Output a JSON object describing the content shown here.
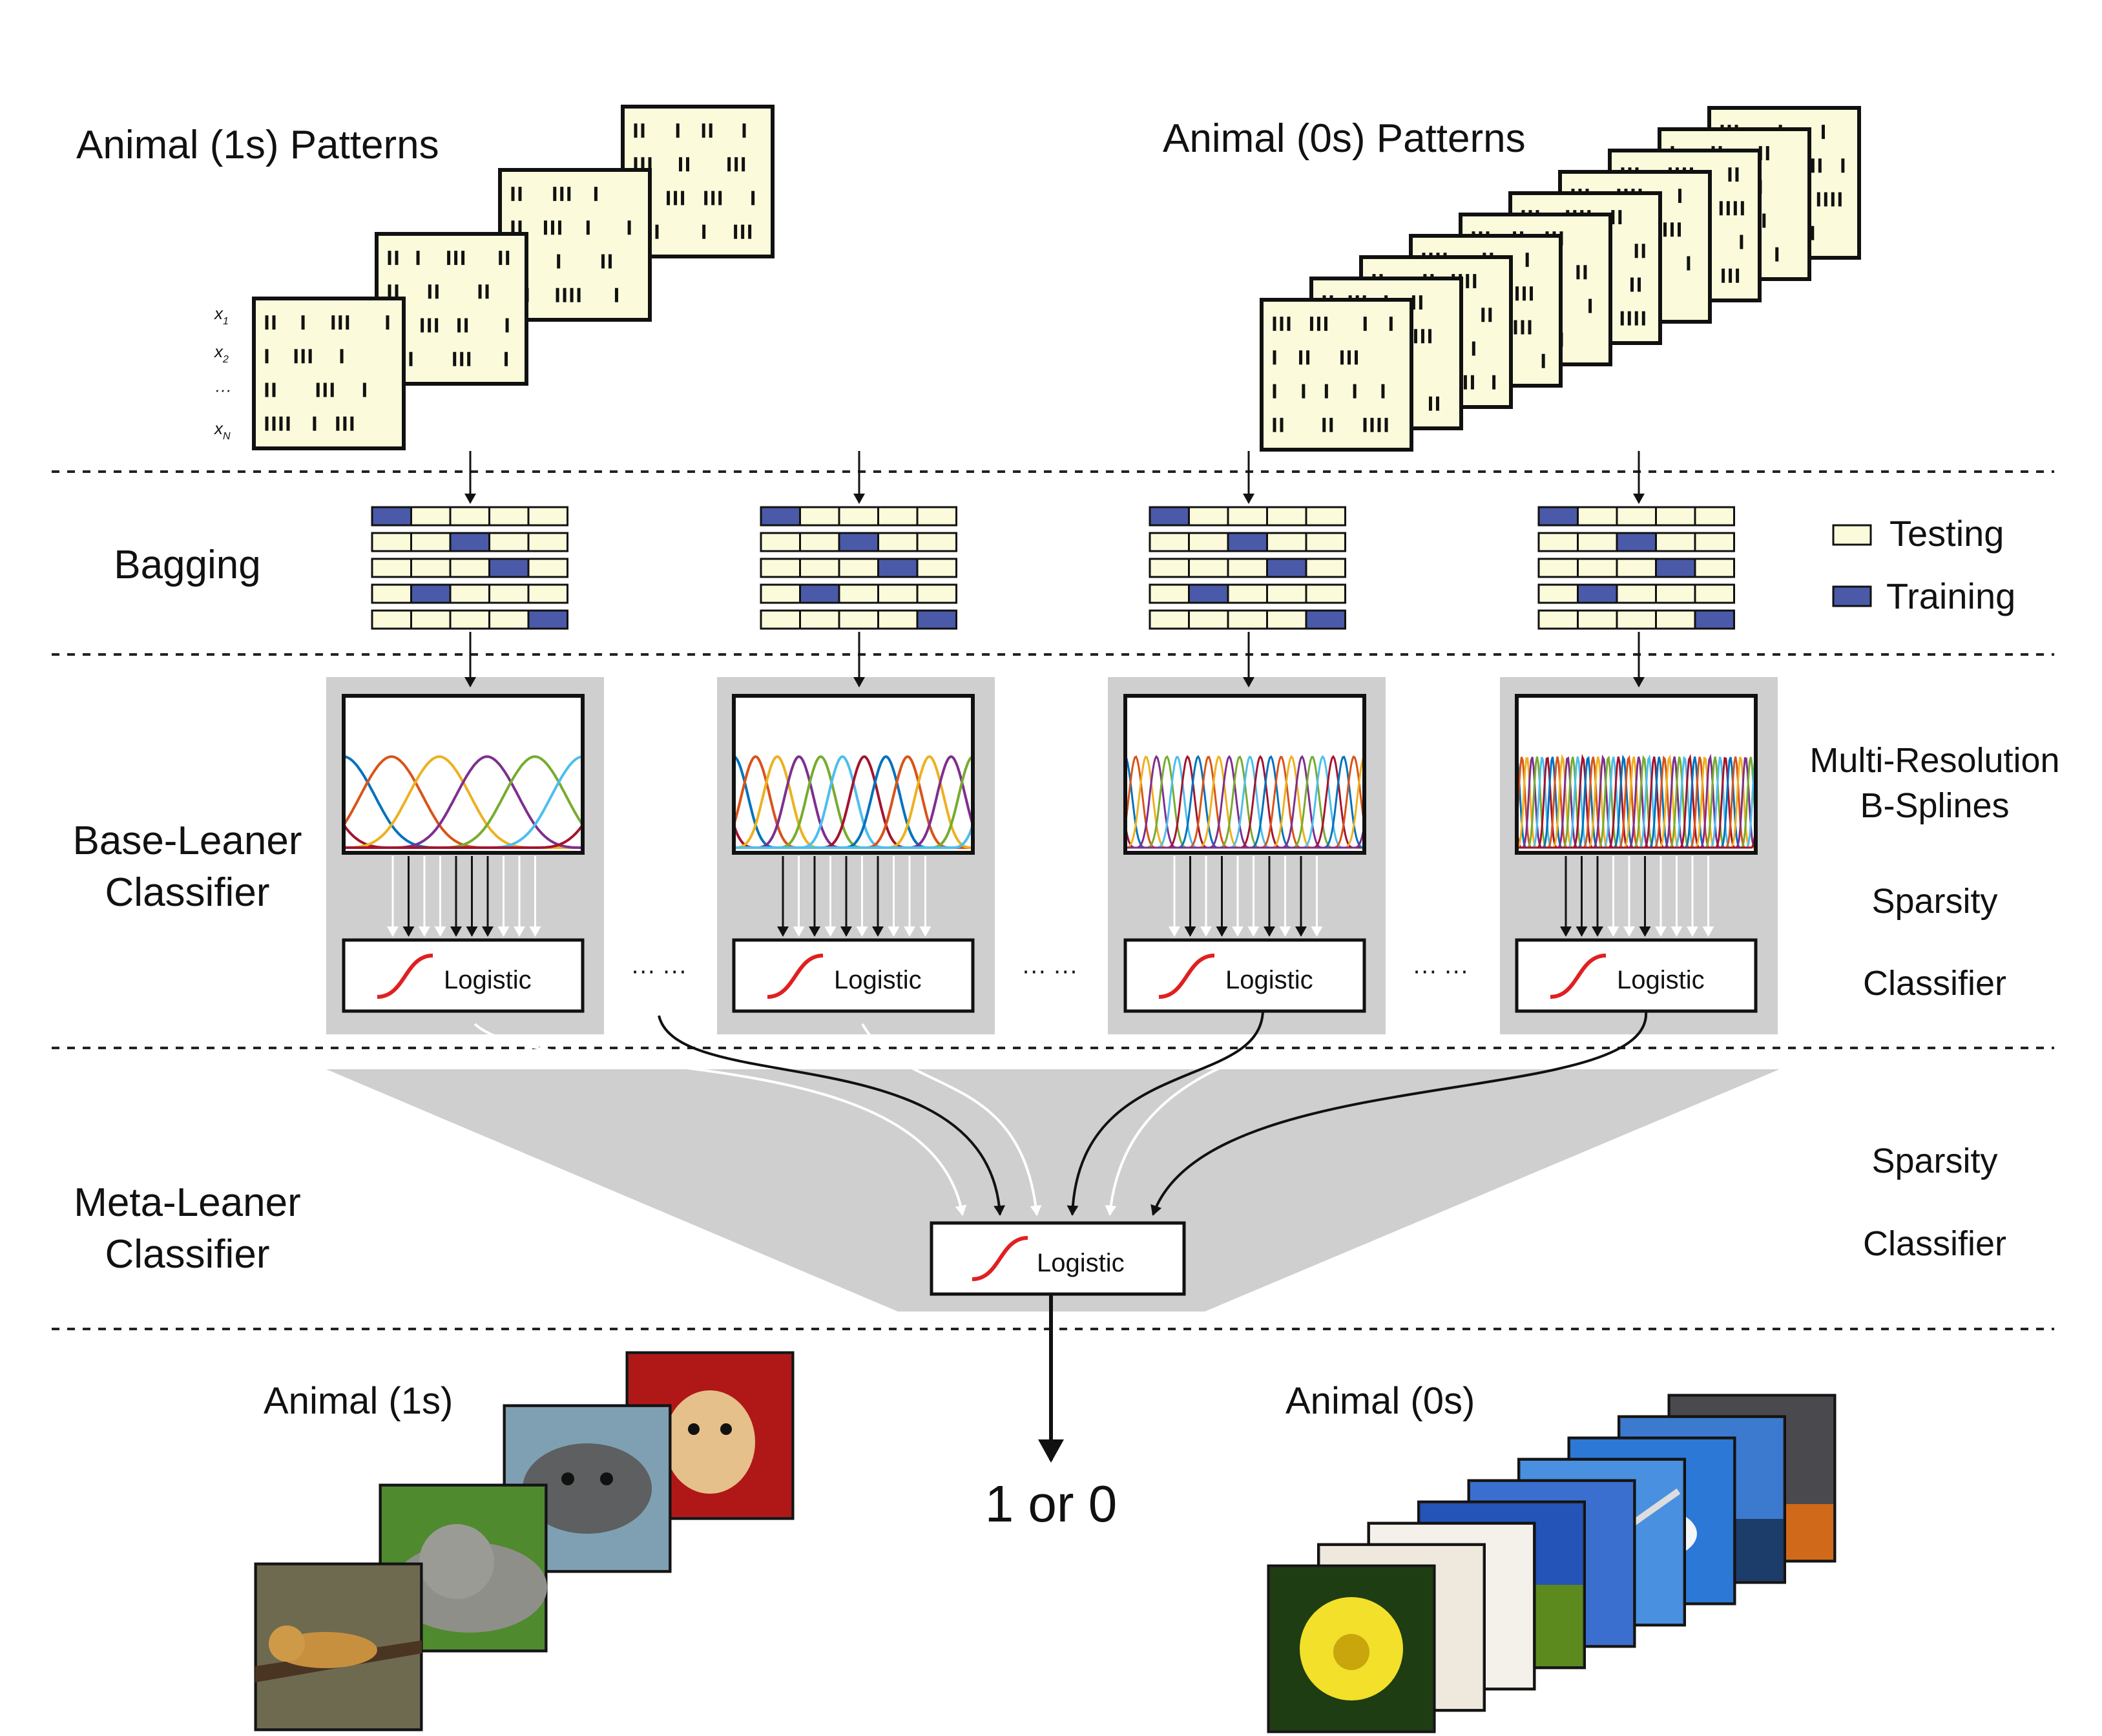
{
  "labels": {
    "pos_patterns": "Animal (1s) Patterns",
    "neg_patterns": "Animal (0s) Patterns",
    "bagging": "Bagging",
    "base_learner_1": "Base-Leaner",
    "base_learner_2": "Classifier",
    "meta_learner_1": "Meta-Leaner",
    "meta_learner_2": "Classifier",
    "multires_1": "Multi-Resolution",
    "multires_2": "B-Splines",
    "sparsity": "Sparsity",
    "classifier": "Classifier",
    "meta_sparsity": "Sparsity",
    "meta_classifier": "Classifier",
    "logistic": "Logistic",
    "dots": "··· ···",
    "output": "1 or 0",
    "pos_images": "Animal (1s)",
    "neg_images": "Animal (0s)",
    "row_x1": "x",
    "row_x1_sub": "1",
    "row_x2": "x",
    "row_x2_sub": "2",
    "row_dots": "···",
    "row_xn": "x",
    "row_xn_sub": "N"
  },
  "legend": {
    "testing": "Testing",
    "training": "Training"
  },
  "colors": {
    "pattern_bg": "#fbfbdc",
    "training": "#4a5aa8",
    "panel": "#cfcfcf",
    "logistic_curve": "#e02020",
    "basis": [
      "#0072bd",
      "#d95319",
      "#edb120",
      "#7e2f8e",
      "#77ac30",
      "#4dbeee",
      "#a2142f"
    ]
  },
  "bagging_training_columns": [
    0,
    2,
    3,
    1,
    4
  ],
  "spline_resolutions": [
    6,
    12,
    24,
    48
  ],
  "icons": {
    "pos_images": [
      "lion-photo",
      "cat-photo",
      "seal-photo",
      "hamster-photo"
    ],
    "neg_images": [
      "flower-photo",
      "toys-photo",
      "paints-photo",
      "landscape-photo",
      "car-photo",
      "bridge-photo",
      "sky-photo",
      "lake-photo",
      "storm-photo"
    ]
  }
}
